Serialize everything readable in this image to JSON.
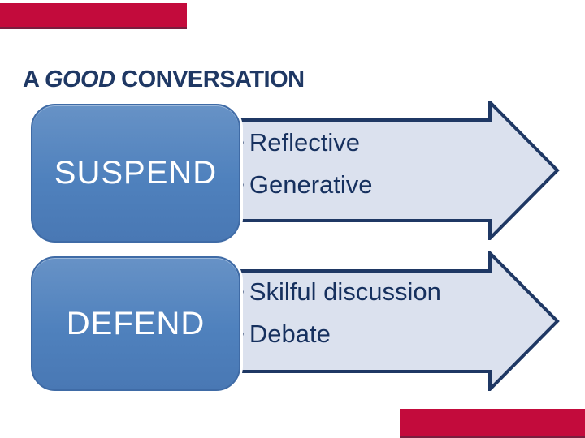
{
  "slide": {
    "title": {
      "prefix": "A ",
      "emphasis": "GOOD",
      "suffix": " CONVERSATION"
    },
    "rows": [
      {
        "box_label": "SUSPEND",
        "bullet_glyph": "•",
        "bullets": [
          "Reflective",
          "Generative"
        ]
      },
      {
        "box_label": "DEFEND",
        "bullet_glyph": "•",
        "bullets": [
          "Skilful discussion",
          "Debate"
        ]
      }
    ],
    "colors": {
      "accent_red": "#C30B3C",
      "accent_red_dark": "#7A1E3F",
      "title_navy": "#1F3864",
      "box_fill_blue": "#4F81BD",
      "box_border_blue": "#3F6BA6",
      "arrow_fill": "#DBE1EE",
      "arrow_border": "#1F3864",
      "bullet_text_navy": "#16305E",
      "box_text": "#FFFFFF"
    }
  }
}
